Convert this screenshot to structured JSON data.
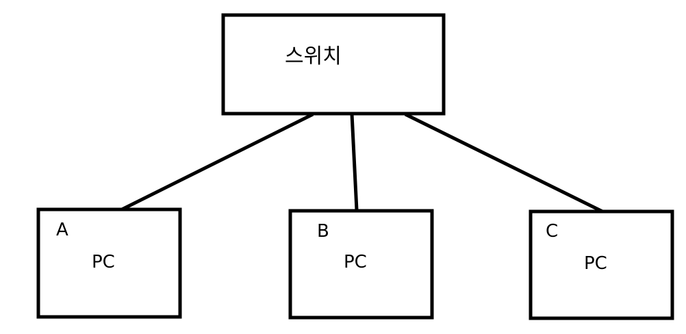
{
  "switch": {
    "label": "스위치"
  },
  "pcs": [
    {
      "id": "A",
      "label": "PC"
    },
    {
      "id": "B",
      "label": "PC"
    },
    {
      "id": "C",
      "label": "PC"
    }
  ],
  "colors": {
    "stroke": "#000000",
    "fill": "#ffffff"
  }
}
